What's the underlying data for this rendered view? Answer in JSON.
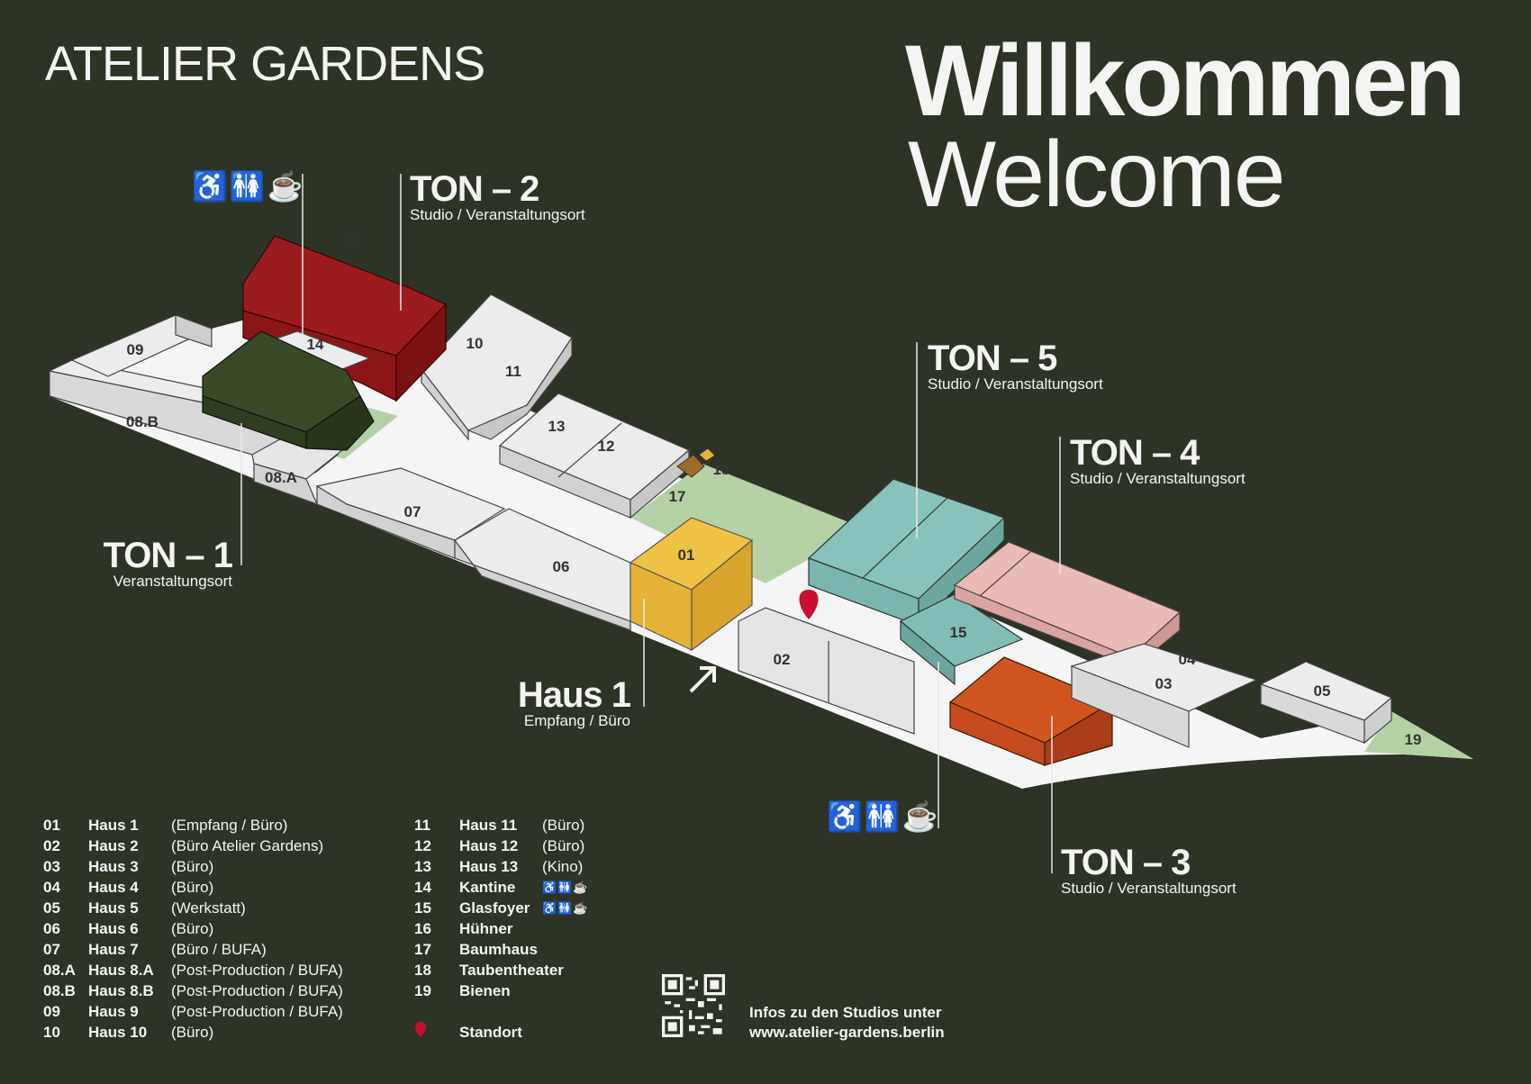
{
  "brand": "ATELIER GARDENS",
  "heading": {
    "de": "Willkommen",
    "en": "Welcome"
  },
  "venues": {
    "ton2": {
      "name": "TON – 2",
      "sub": "Studio / Veranstaltungsort"
    },
    "ton5": {
      "name": "TON – 5",
      "sub": "Studio / Veranstaltungsort"
    },
    "ton4": {
      "name": "TON – 4",
      "sub": "Studio / Veranstaltungsort"
    },
    "ton1": {
      "name": "TON – 1",
      "sub": "Veranstaltungsort"
    },
    "haus1": {
      "name": "Haus 1",
      "sub": "Empfang / Büro"
    },
    "ton3": {
      "name": "TON – 3",
      "sub": "Studio / Veranstaltungsort"
    }
  },
  "facility_icons": [
    "wheelchair-icon",
    "toilets-icon",
    "coffee-icon"
  ],
  "buildings": {
    "b01": "01",
    "b02": "02",
    "b03": "03",
    "b04": "04",
    "b05": "05",
    "b06": "06",
    "b07": "07",
    "b08a": "08.A",
    "b08b": "08.B",
    "b09": "09",
    "b10": "10",
    "b11": "11",
    "b12": "12",
    "b13": "13",
    "b14": "14",
    "b15": "15",
    "b16": "16",
    "b17": "17",
    "b18": "18",
    "b19": "19"
  },
  "colors": {
    "background": "#2d3425",
    "ton2": "#9b1c1f",
    "ton1": "#3a4a28",
    "haus1": "#e6b338",
    "ton5": "#7fbdb5",
    "ton4": "#e8b4b2",
    "ton3": "#c44b1f",
    "green_area": "#b4d1a6",
    "building": "#dcdcdc",
    "pin": "#c8102e"
  },
  "legend": [
    {
      "num": "01",
      "name": "Haus 1",
      "desc": "(Empfang / Büro)"
    },
    {
      "num": "02",
      "name": "Haus 2",
      "desc": "(Büro Atelier Gardens)"
    },
    {
      "num": "03",
      "name": "Haus 3",
      "desc": "(Büro)"
    },
    {
      "num": "04",
      "name": "Haus 4",
      "desc": "(Büro)"
    },
    {
      "num": "05",
      "name": "Haus 5",
      "desc": "(Werkstatt)"
    },
    {
      "num": "06",
      "name": "Haus 6",
      "desc": "(Büro)"
    },
    {
      "num": "07",
      "name": "Haus 7",
      "desc": "(Büro / BUFA)"
    },
    {
      "num": "08.A",
      "name": "Haus 8.A",
      "desc": "(Post-Production / BUFA)"
    },
    {
      "num": "08.B",
      "name": "Haus 8.B",
      "desc": "(Post-Production / BUFA)"
    },
    {
      "num": "09",
      "name": "Haus 9",
      "desc": "(Post-Production / BUFA)"
    },
    {
      "num": "10",
      "name": "Haus 10",
      "desc": "(Büro)"
    },
    {
      "num": "11",
      "name": "Haus 11",
      "desc": "(Büro)"
    },
    {
      "num": "12",
      "name": "Haus 12",
      "desc": "(Büro)"
    },
    {
      "num": "13",
      "name": "Haus 13",
      "desc": "(Kino)"
    },
    {
      "num": "14",
      "name": "Kantine",
      "desc": ""
    },
    {
      "num": "15",
      "name": "Glasfoyer",
      "desc": ""
    },
    {
      "num": "16",
      "name": "Hühner",
      "desc": ""
    },
    {
      "num": "17",
      "name": "Baumhaus",
      "desc": ""
    },
    {
      "num": "18",
      "name": "Taubentheater",
      "desc": ""
    },
    {
      "num": "19",
      "name": "Bienen",
      "desc": ""
    }
  ],
  "standort_label": "Standort",
  "info": {
    "line1": "Infos zu den Studios unter",
    "line2": "www.atelier-gardens.berlin"
  }
}
